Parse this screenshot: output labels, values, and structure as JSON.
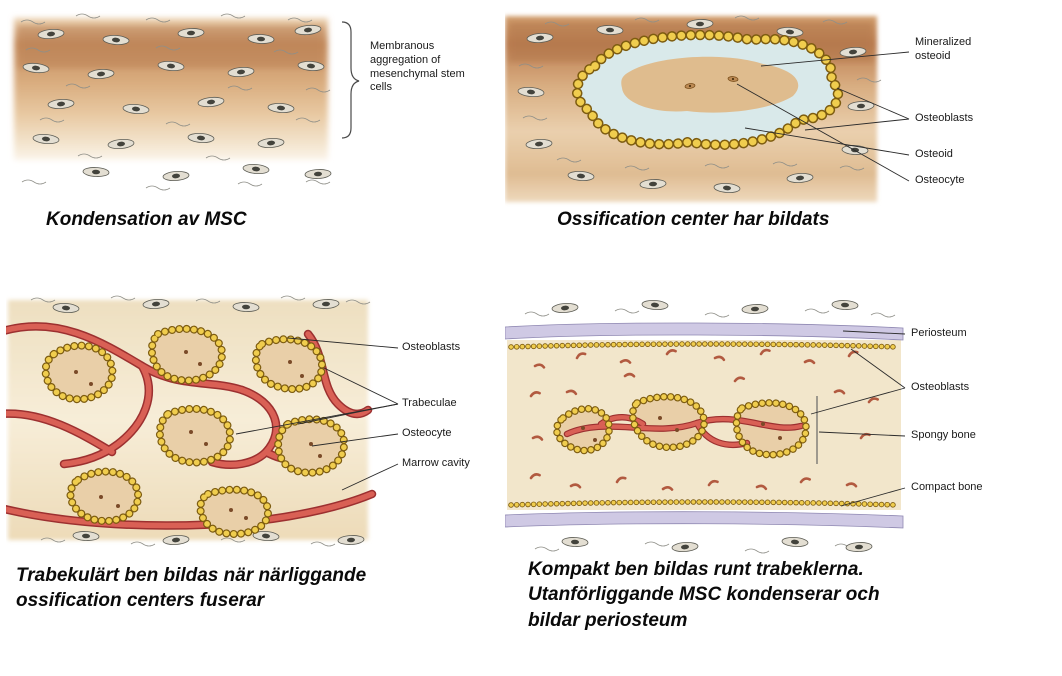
{
  "panels": [
    {
      "caption": "Kondensation av MSC",
      "labels": [
        {
          "text": "Membranous aggregation of mesenchymal stem cells"
        }
      ]
    },
    {
      "caption": "Ossification center har bildats",
      "labels": [
        {
          "text": "Mineralized osteoid"
        },
        {
          "text": "Osteoblasts"
        },
        {
          "text": "Osteoid"
        },
        {
          "text": "Osteocyte"
        }
      ]
    },
    {
      "caption": "Trabekulärt ben bildas när närliggande\nossification centers fuserar",
      "labels": [
        {
          "text": "Osteoblasts"
        },
        {
          "text": "Trabeculae"
        },
        {
          "text": "Osteocyte"
        },
        {
          "text": "Marrow cavity"
        }
      ]
    },
    {
      "caption": "Kompakt ben bildas runt trabeklerna.\nUtanförliggande MSC kondenserar och\nbildar periosteum",
      "labels": [
        {
          "text": "Periosteum"
        },
        {
          "text": "Osteoblasts"
        },
        {
          "text": "Spongy bone"
        },
        {
          "text": "Compact bone"
        }
      ]
    }
  ],
  "colors": {
    "tissue_tan": "#d9ac7e",
    "tissue_dark": "#bd7f52",
    "osteoid_blue": "#d9e9ea",
    "mineralized_tan": "#dfbc8e",
    "osteoblast_yellow": "#f0cd4e",
    "osteoblast_outline": "#7d5c10",
    "blood_vessel_red": "#d96055",
    "periosteum_lavender": "#cfc9e4",
    "marrow_cream": "#f2e6cb"
  }
}
